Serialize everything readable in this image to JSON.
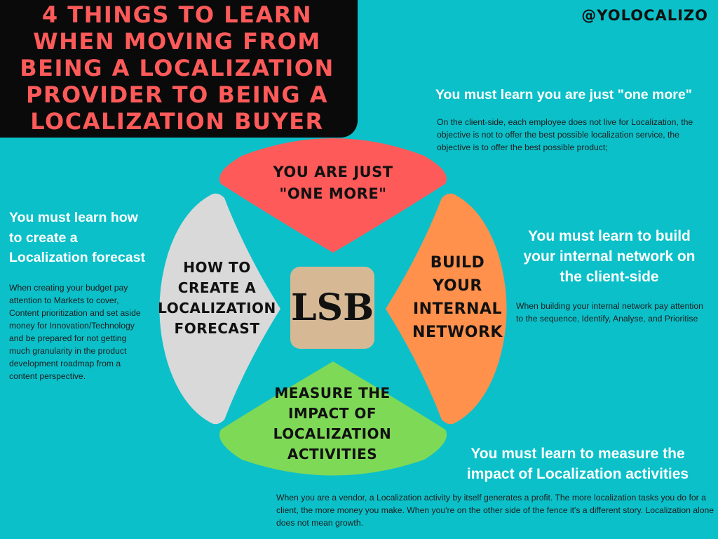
{
  "title": "4 THINGS TO LEARN WHEN MOVING FROM BEING A LOCALIZATION PROVIDER TO BEING A LOCALIZATION BUYER",
  "handle": "@YOLOCALIZO",
  "center": {
    "label": "LSB",
    "color": "#d6b994"
  },
  "petals": {
    "top": {
      "label": "YOU ARE JUST \"ONE MORE\"",
      "color": "#ff5a5a"
    },
    "right": {
      "label": "BUILD YOUR INTERNAL NETWORK",
      "color": "#ff914d"
    },
    "bottom": {
      "label": "MEASURE THE IMPACT OF LOCALIZATION ACTIVITIES",
      "color": "#7ed957"
    },
    "left": {
      "label": "HOW TO CREATE A LOCALIZATION FORECAST",
      "color": "#d9d9d9"
    }
  },
  "sections": {
    "one_more": {
      "heading": "You must learn you are just \"one more\"",
      "body": "On the client-side, each employee does not live for Localization, the objective is not to offer the best possible localization service, the objective is to offer the best possible product;"
    },
    "forecast": {
      "heading": "You must learn how to create a Localization forecast",
      "body": "When creating your budget pay attention to Markets to cover, Content prioritization and set aside money for Innovation/Technology and be prepared for not getting much granularity in the product development roadmap from a content perspective."
    },
    "network": {
      "heading": "You must learn to build your internal network on the client-side",
      "body": "When building your internal network pay attention to the sequence, Identify, Analyse, and Prioritise"
    },
    "measure": {
      "heading": "You must learn to measure the impact of Localization activities",
      "body": "When you are a vendor, a Localization activity by itself generates a profit. The more localization tasks you do for a client, the more money you make. When you're on the other side of the fence it's a different story. Localization alone does not mean growth."
    }
  },
  "colors": {
    "background": "#0bc0c9",
    "title_bg": "#0a0a0a",
    "title_text": "#ff5a5a"
  }
}
